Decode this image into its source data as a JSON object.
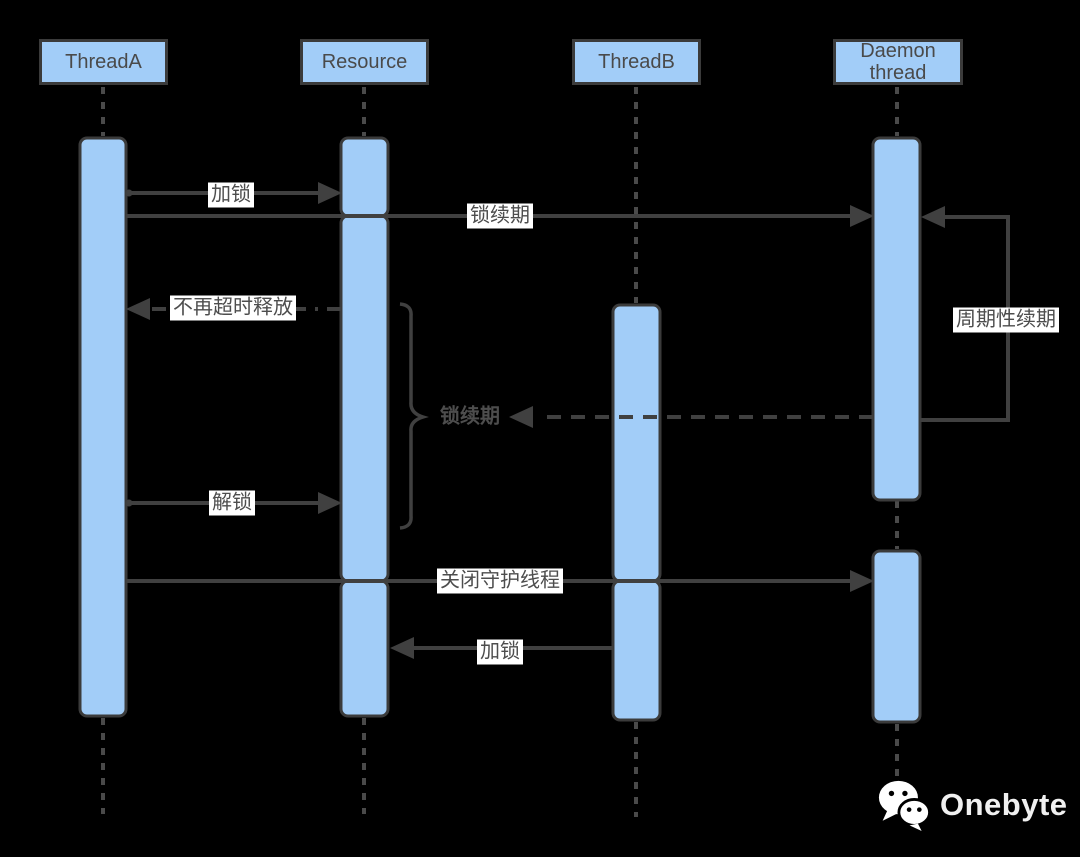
{
  "diagram": {
    "title_semantics": "distributed-lock renewal sequence diagram",
    "actors": [
      {
        "id": "thread-a",
        "label": "ThreadA"
      },
      {
        "id": "resource",
        "label": "Resource"
      },
      {
        "id": "thread-b",
        "label": "ThreadB"
      },
      {
        "id": "daemon-thread",
        "label": "Daemon thread"
      }
    ],
    "messages": {
      "lock_a": "加锁",
      "lock_renew": "锁续期",
      "no_timeout_release": "不再超时释放",
      "lock_renew_brace": "锁续期",
      "unlock": "解锁",
      "periodic_renew": "周期性续期",
      "close_daemon": "关闭守护线程",
      "lock_b": "加锁"
    },
    "colors": {
      "background": "#000000",
      "bar_fill": "#a2cdf8",
      "bar_border": "#3b3b3b",
      "line": "#404040",
      "lifeline": "#4a4a4a",
      "label_text": "#4d4d4d",
      "label_chip": "#ffffff",
      "watermark_text": "#f0f0f0"
    }
  },
  "watermark": {
    "brand": "Onebyte"
  }
}
